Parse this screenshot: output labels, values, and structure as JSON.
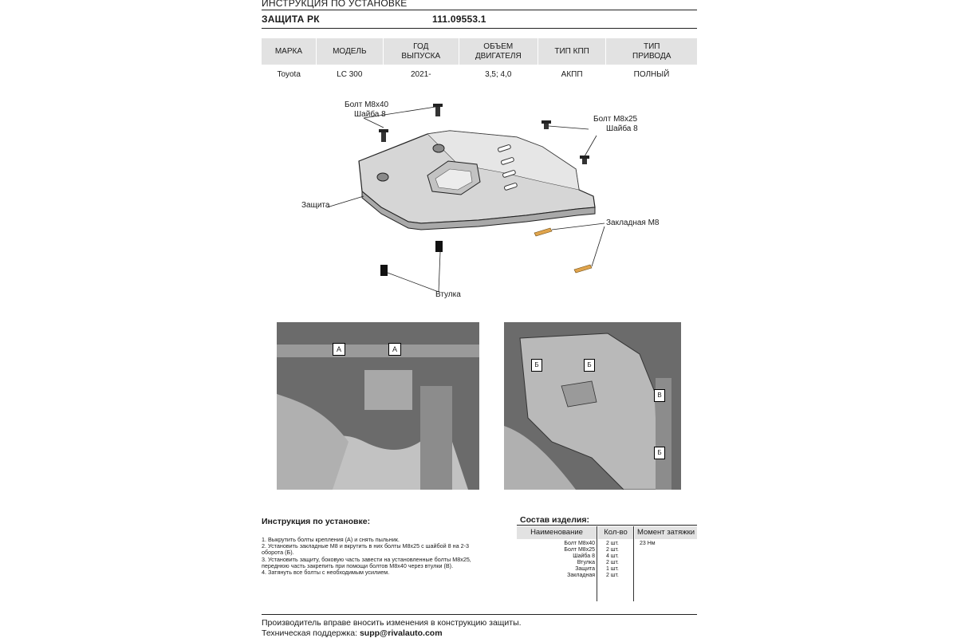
{
  "header": {
    "title": "ИНСТРУКЦИЯ ПО УСТАНОВКЕ",
    "subtitle": "ЗАЩИТА РК",
    "article": "111.09553.1"
  },
  "spec_table": {
    "headers": [
      "МАРКА",
      "МОДЕЛЬ",
      "ГОД ВЫПУСКА",
      "ОБЪЕМ ДВИГАТЕЛЯ",
      "ТИП КПП",
      "ТИП ПРИВОДА"
    ],
    "row": [
      "Toyota",
      "LC 300",
      "2021-",
      "3,5; 4,0",
      "АКПП",
      "ПОЛНЫЙ"
    ]
  },
  "diagram_labels": {
    "bolt_m8x40": "Болт М8х40",
    "washer_left": "Шайба 8",
    "bolt_m8x25": "Болт М8х25",
    "washer_right": "Шайба 8",
    "guard": "Защита",
    "nut_insert": "Закладная М8",
    "bushing": "Втулка"
  },
  "photo_markers": {
    "left": [
      "А",
      "А"
    ],
    "right": [
      "Б",
      "Б",
      "В",
      "Б"
    ]
  },
  "instructions": {
    "title": "Инструкция по установке:",
    "steps": [
      "1. Выкрутить болты крепления (А) и снять пыльник.",
      "2. Установить закладные М8 и вкрутить в них болты М8х25 с шайбой 8 на 2-3",
      "оборота (Б).",
      "3. Установить защиту, боковую часть завести на установленные болты М8х25,",
      "переднюю часть закрепить при помощи болтов М8х40 через втулки (В).",
      "4. Затянуть все болты с необходимым усилием."
    ]
  },
  "components": {
    "title": "Состав изделия:",
    "headers": [
      "Наименование",
      "Кол-во",
      "Момент затяжки"
    ],
    "rows": [
      {
        "name": "Болт М8х40",
        "qty": "2 шт.",
        "torque": "23 Нм"
      },
      {
        "name": "Болт М8х25",
        "qty": "2 шт.",
        "torque": ""
      },
      {
        "name": "Шайба 8",
        "qty": "4 шт.",
        "torque": ""
      },
      {
        "name": "Втулка",
        "qty": "2 шт.",
        "torque": ""
      },
      {
        "name": "Защита",
        "qty": "1 шт.",
        "torque": ""
      },
      {
        "name": "Закладная",
        "qty": "2 шт.",
        "torque": ""
      }
    ]
  },
  "footer": {
    "notice": "Производитель вправе вносить изменения в конструкцию защиты.",
    "support_label": "Техническая поддержка:",
    "support_email": "supp@rivalauto.com"
  }
}
